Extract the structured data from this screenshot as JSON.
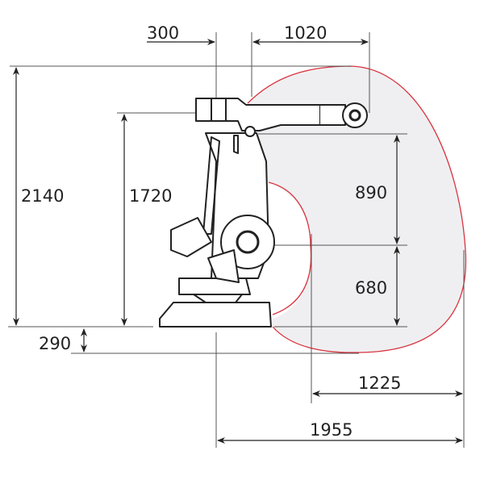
{
  "diagram": {
    "type": "robot-working-range",
    "colors": {
      "envelope_fill": "#efeff1",
      "envelope_stroke": "#d9343f",
      "line": "#555555",
      "robot": "#222222"
    },
    "dimensions": {
      "top_left": "300",
      "top_right": "1020",
      "height_total": "2140",
      "height_axis": "1720",
      "base_offset": "290",
      "upper_right": "890",
      "lower_right": "680",
      "reach_inner": "1225",
      "reach_total": "1955"
    }
  }
}
